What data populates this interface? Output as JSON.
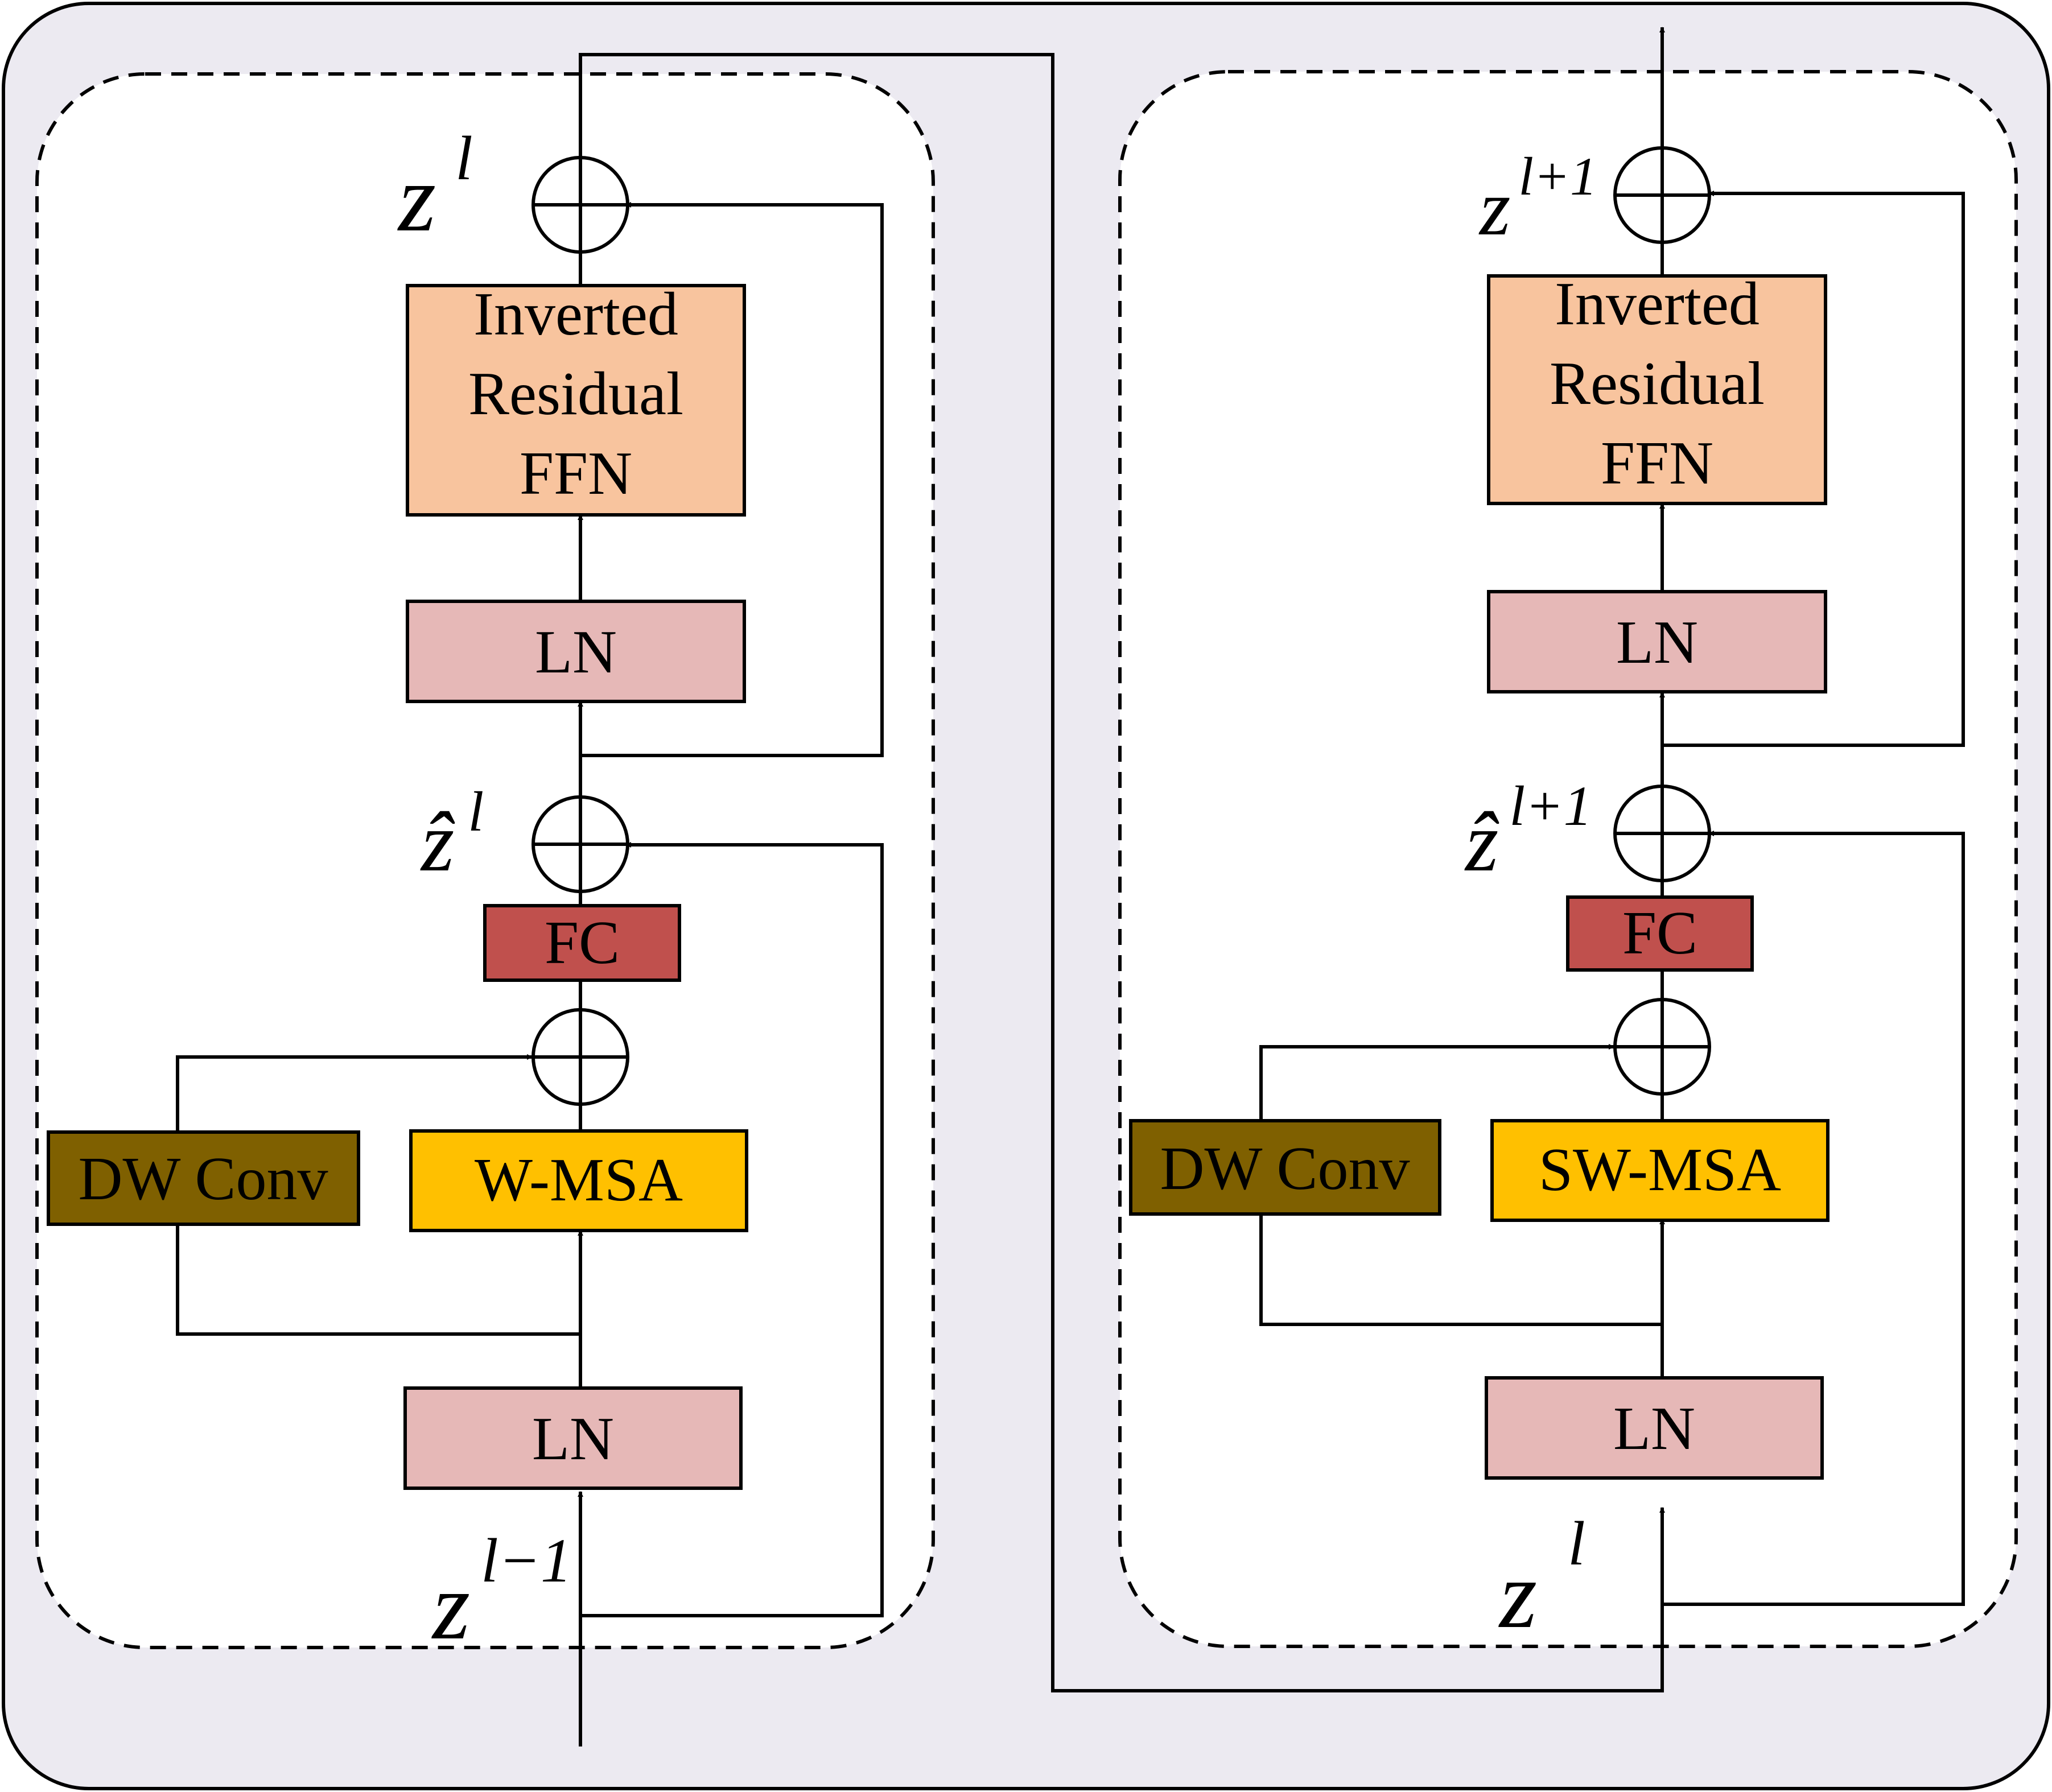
{
  "colors": {
    "background": "#eceaf1",
    "ffn": "#f8c49e",
    "ln": "#e6b8b7",
    "fc": "#c0504d",
    "wmsa": "#ffc000",
    "dwconv": "#7f6000",
    "line": "#000000"
  },
  "left_block": {
    "ffn_lines": [
      "Inverted",
      "Residual",
      "FFN"
    ],
    "ln_top": "LN",
    "fc": "FC",
    "attention": "W-MSA",
    "dwconv": "DW Conv",
    "ln_bottom": "LN",
    "z_out": {
      "base": "z",
      "sup": "l"
    },
    "zhat": {
      "base": "ẑ",
      "sup": "l"
    },
    "z_in": {
      "base": "z",
      "sup": "l−1"
    }
  },
  "right_block": {
    "ffn_lines": [
      "Inverted",
      "Residual",
      "FFN"
    ],
    "ln_top": "LN",
    "fc": "FC",
    "attention": "SW-MSA",
    "dwconv": "DW Conv",
    "ln_bottom": "LN",
    "z_out": {
      "base": "z",
      "sup": "l+1"
    },
    "zhat": {
      "base": "ẑ",
      "sup": "l+1"
    },
    "z_in": {
      "base": "z",
      "sup": "l"
    }
  }
}
